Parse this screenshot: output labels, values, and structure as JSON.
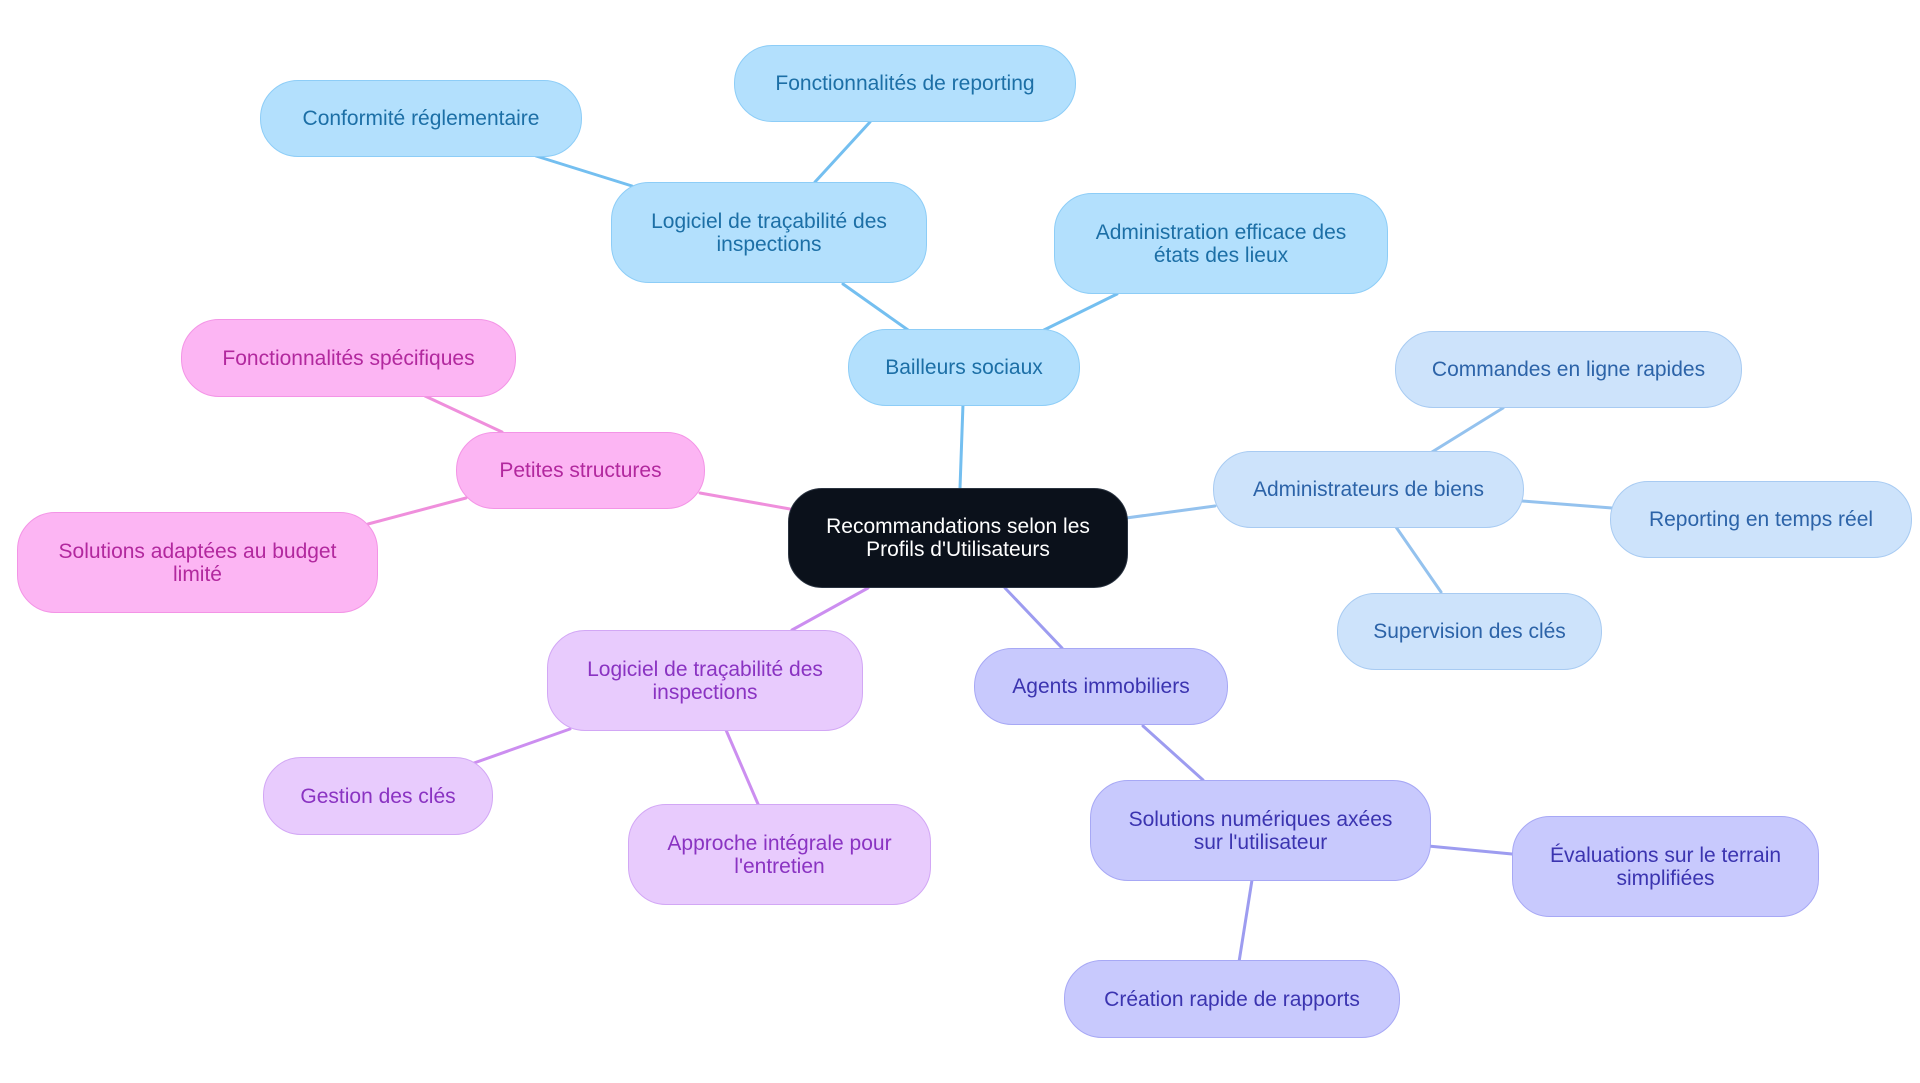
{
  "diagram": {
    "root": {
      "label_line1": "Recommandations selon les",
      "label_line2": "Profils d'Utilisateurs"
    },
    "branches": {
      "bailleurs": {
        "label": "Bailleurs sociaux",
        "logiciel": {
          "line1": "Logiciel de traçabilité des",
          "line2": "inspections"
        },
        "conformite": "Conformité réglementaire",
        "reporting": "Fonctionnalités de reporting",
        "administration": {
          "line1": "Administration efficace des",
          "line2": "états des lieux"
        }
      },
      "administrateurs": {
        "label": "Administrateurs de biens",
        "commandes": "Commandes en ligne rapides",
        "reporting_temps_reel": "Reporting en temps réel",
        "supervision": "Supervision des clés"
      },
      "agents": {
        "label": "Agents immobiliers",
        "solutions": {
          "line1": "Solutions numériques axées",
          "line2": "sur l'utilisateur"
        },
        "evaluations": {
          "line1": "Évaluations sur le terrain",
          "line2": "simplifiées"
        },
        "creation": "Création rapide de rapports"
      },
      "logiciel_inspections": {
        "label": {
          "line1": "Logiciel de traçabilité des",
          "line2": "inspections"
        },
        "gestion": "Gestion des clés",
        "approche": {
          "line1": "Approche intégrale pour",
          "line2": "l'entretien"
        }
      },
      "petites": {
        "label": "Petites structures",
        "fonctionnalites": "Fonctionnalités spécifiques",
        "solutions_budget": {
          "line1": "Solutions adaptées au budget",
          "line2": "limité"
        }
      }
    },
    "colors": {
      "root": "#0b111b",
      "bailleurs": "#b3e0fd",
      "administrateurs": "#cde3fb",
      "agents": "#c8c9fd",
      "logiciel_inspections": "#e8cbfd",
      "petites": "#fcb5f3"
    }
  }
}
